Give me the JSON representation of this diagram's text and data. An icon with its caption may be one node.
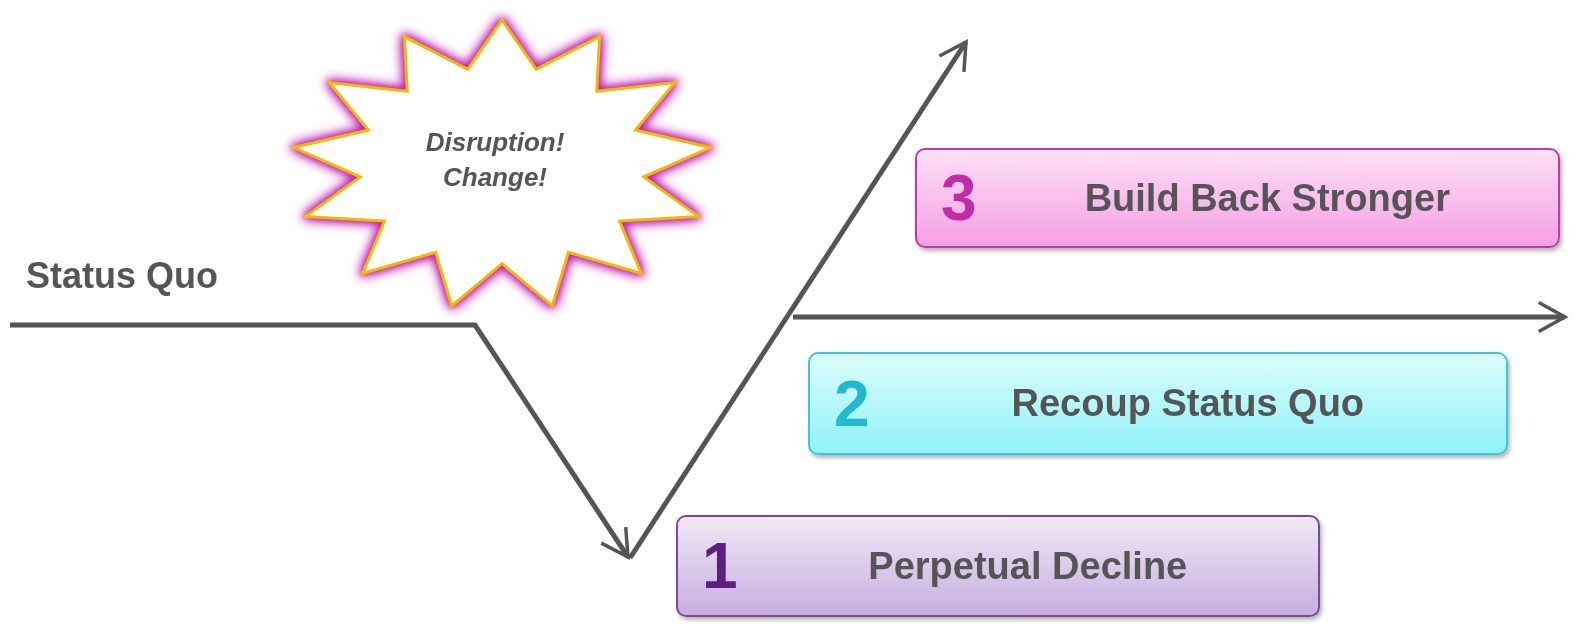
{
  "diagram": {
    "nodes": [
      {
        "text": [
          "Disruption! Change!"
        ]
      },
      {
        "text": [
          "3",
          "Build Back Stronger"
        ]
      },
      {
        "text": [
          "2",
          "Recoup Status Quo"
        ]
      },
      {
        "text": [
          "1",
          "Perpetual Decline"
        ]
      }
    ],
    "labels": [
      "Status Quo"
    ]
  }
}
